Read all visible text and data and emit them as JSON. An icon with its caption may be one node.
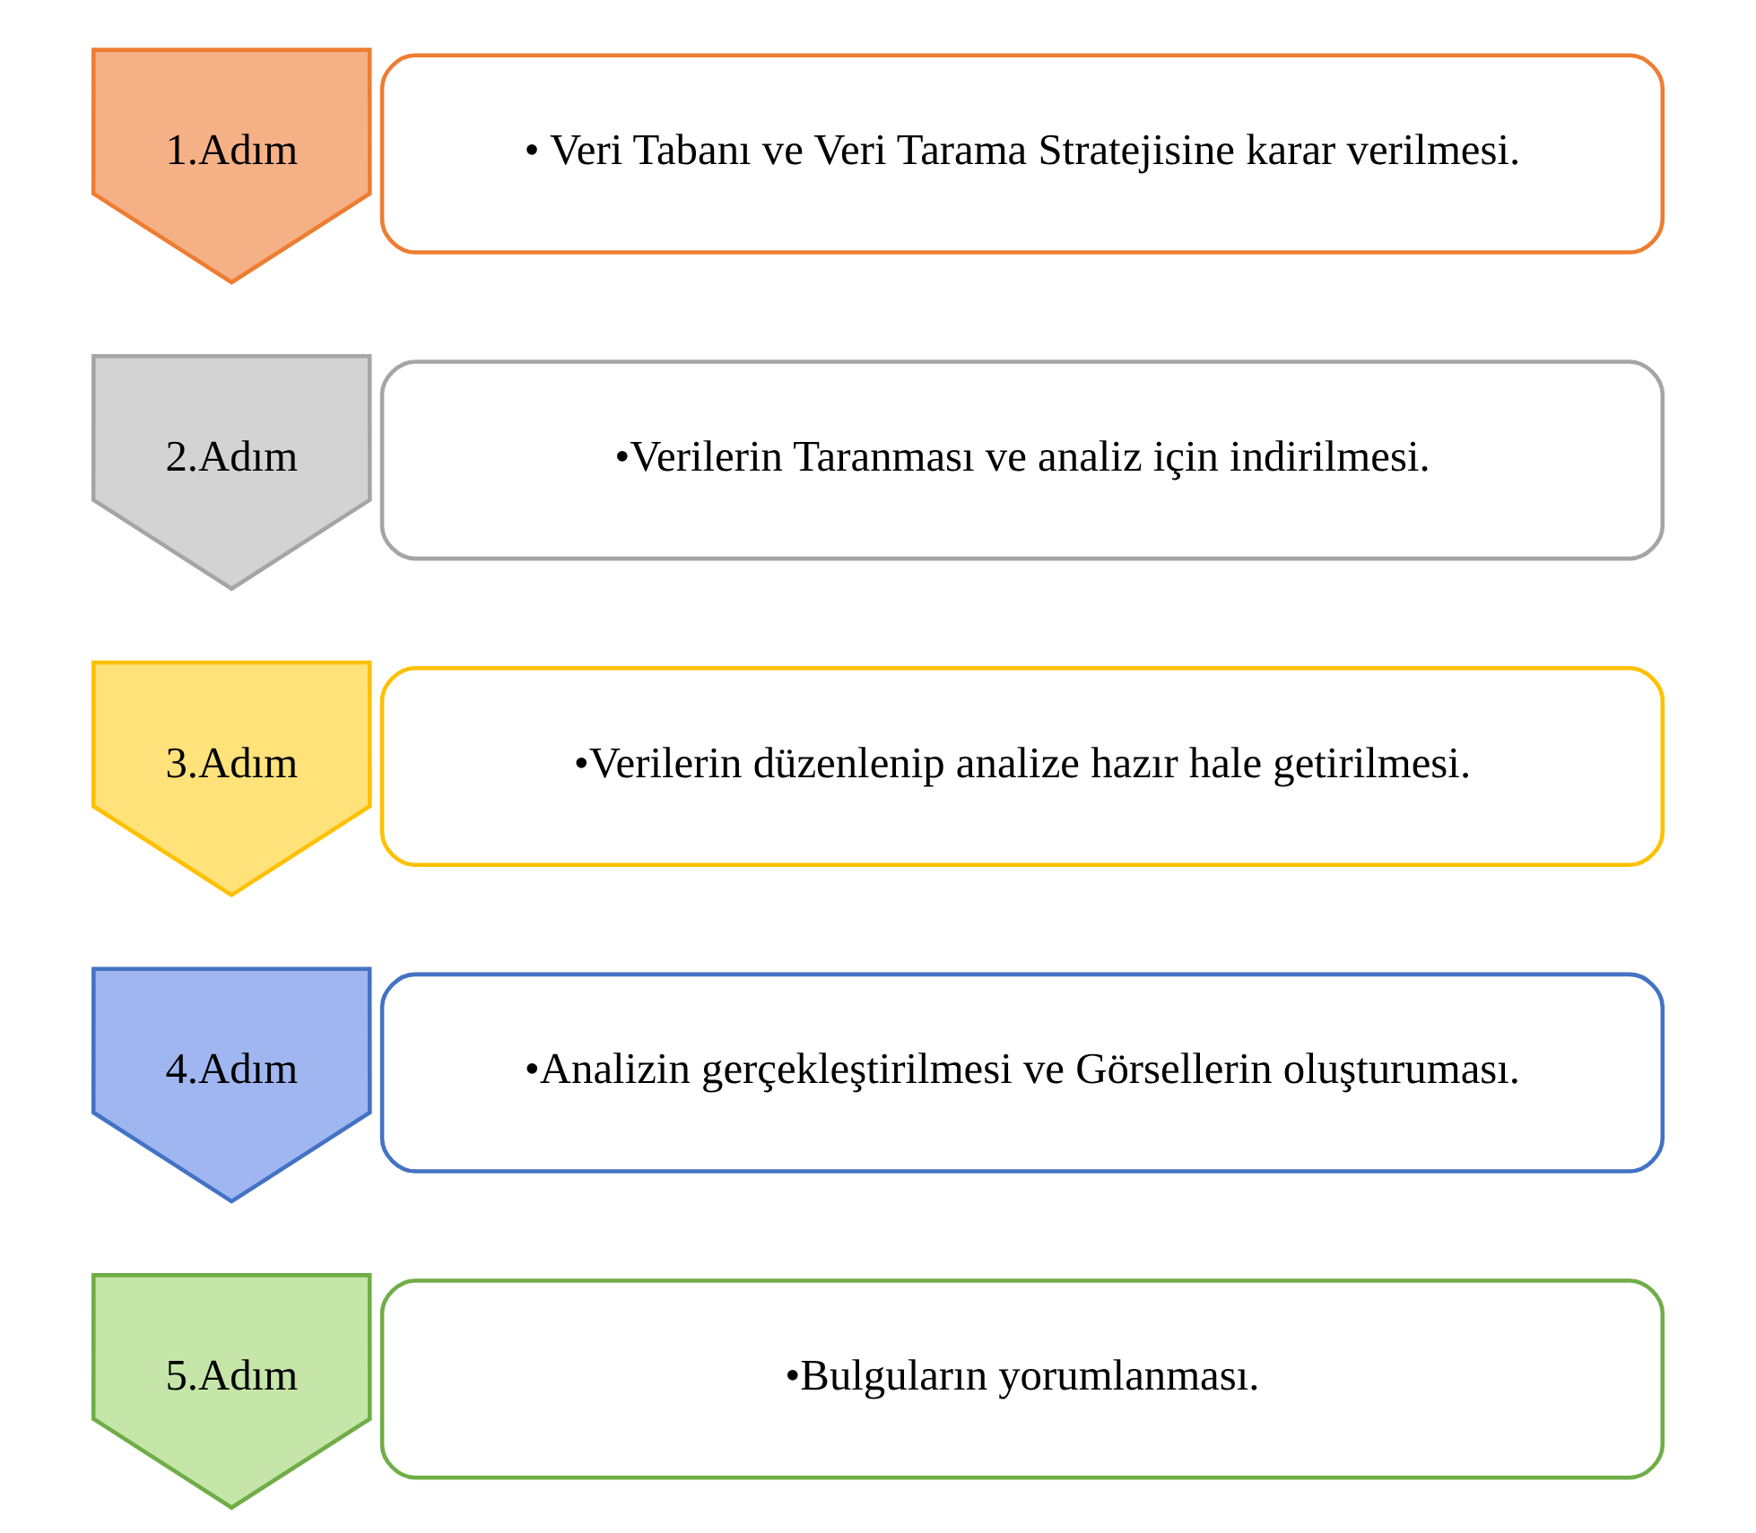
{
  "diagram": {
    "nodes": [
      {
        "text": [
          "1.Adım"
        ]
      },
      {
        "text": [
          "• Veri Tabanı ve Veri Tarama Stratejisine karar verilmesi."
        ]
      },
      {
        "text": [
          "2.Adım"
        ]
      },
      {
        "text": [
          "•Verilerin Taranması ve analiz için indirilmesi."
        ]
      },
      {
        "text": [
          "3.Adım"
        ]
      },
      {
        "text": [
          "•Verilerin düzenlenip analize hazır hale getirilmesi."
        ]
      },
      {
        "text": [
          "4.Adım"
        ]
      },
      {
        "text": [
          "•Analizin gerçekleştirilmesi ve Görsellerin oluşturuması."
        ]
      },
      {
        "text": [
          "5.Adım"
        ]
      },
      {
        "text": [
          "•Bulguların yorumlanması."
        ]
      }
    ],
    "edges": []
  }
}
